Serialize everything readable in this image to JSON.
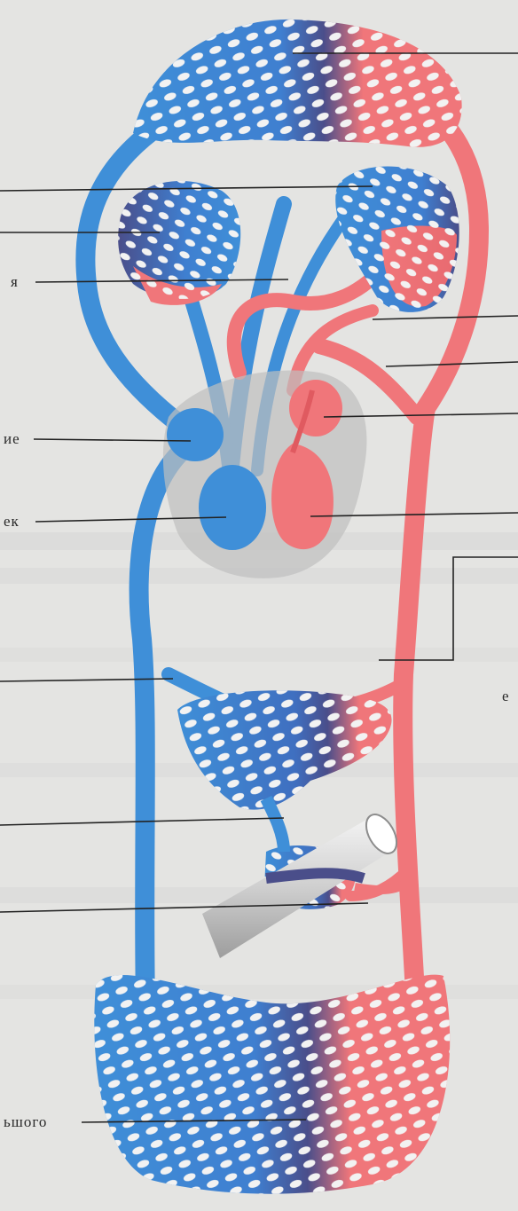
{
  "labels": {
    "left_1": "я",
    "left_2": "ие",
    "left_3": "ек",
    "left_4": "ьшого",
    "right_1": "е"
  },
  "colors": {
    "artery": "#f0767a",
    "artery_dark": "#e05a60",
    "vein": "#3f8fd8",
    "vein_dark": "#2f6fb8",
    "mixed": "#4a4e8a",
    "capillary_hole": "#f2f2f2",
    "heart_shadow": "#bfbfbf",
    "leader_line": "#222222"
  }
}
